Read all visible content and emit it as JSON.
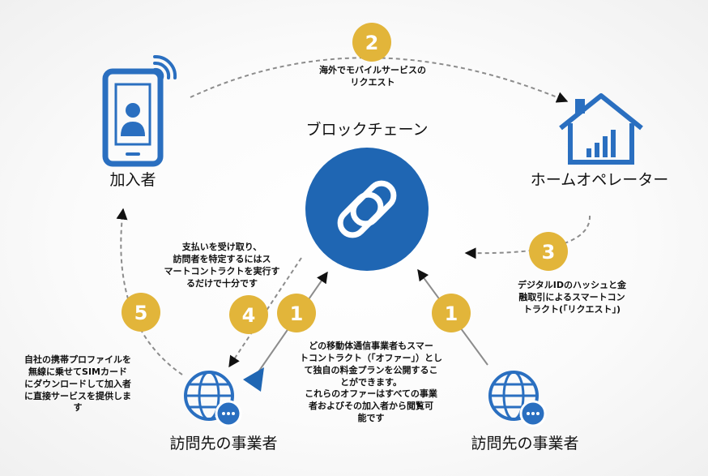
{
  "center": {
    "title": "ブロックチェーン"
  },
  "nodes": {
    "subscriber": {
      "label": "加入者"
    },
    "home_operator": {
      "label": "ホームオペレーター"
    },
    "visited_left": {
      "label": "訪問先の事業者"
    },
    "visited_right": {
      "label": "訪問先の事業者"
    }
  },
  "steps": {
    "step2": {
      "number": "2",
      "lines": [
        "海外でモバイルサービスの",
        "リクエスト"
      ]
    },
    "step3": {
      "number": "3",
      "lines": [
        "デジタルIDのハッシュと金",
        "融取引によるスマートコン",
        "トラクト(「リクエスト」)"
      ]
    },
    "step4": {
      "number": "4",
      "lines": [
        "支払いを受け取り、",
        "訪問者を特定するにはス",
        "マートコントラクトを実行す",
        "るだけで十分です"
      ]
    },
    "step5": {
      "number": "5",
      "lines": [
        "自社の携帯プロファイルを",
        "無線に乗せてSIMカード",
        "にダウンロードして加入者",
        "に直接サービスを提供しま",
        "す"
      ]
    },
    "step1_left": {
      "number": "1"
    },
    "step1_right": {
      "number": "1"
    },
    "step1_note": {
      "lines": [
        "どの移動体通信事業者もスマー",
        "トコントラクト（「オファー」）とし",
        "て独自の料金プランを公開するこ",
        "とができます。",
        "これらのオファーはすべての事業",
        "者およびその加入者から閲覧可",
        "能です"
      ]
    }
  },
  "colors": {
    "blue": "#1f66b3",
    "icon_blue": "#2a6fc0",
    "gold": "#e2b53a",
    "arrow": "#8c8c8c",
    "text": "#111111"
  },
  "icons": [
    "smartphone-user-icon",
    "signal-waves-icon",
    "house-chart-icon",
    "chain-link-icon",
    "globe-gear-icon"
  ]
}
